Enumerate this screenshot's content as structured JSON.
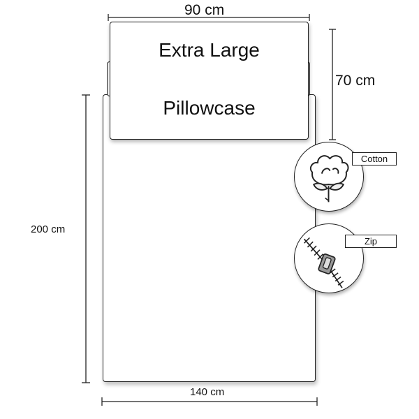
{
  "product": {
    "title_line1": "Extra Large",
    "title_line2": "Pillowcase"
  },
  "dimensions": {
    "pillow_width": "90 cm",
    "pillow_height": "70 cm",
    "duvet_height": "200 cm",
    "duvet_width": "140 cm"
  },
  "features": [
    {
      "label": "Cotton",
      "icon": "cotton-flower-icon"
    },
    {
      "label": "Zip",
      "icon": "zipper-icon"
    }
  ]
}
